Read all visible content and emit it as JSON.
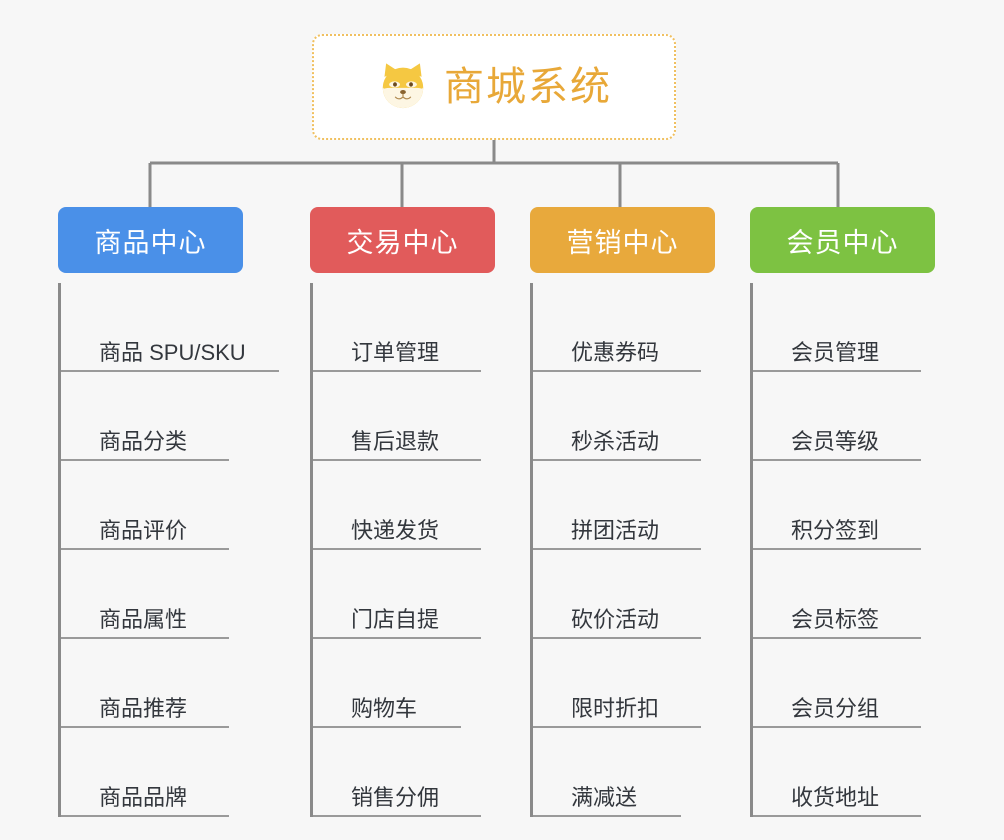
{
  "root": {
    "title": "商城系统",
    "icon": "shiba-dog-icon",
    "title_color": "#e8a838",
    "border_color": "#f0c060"
  },
  "columns": [
    {
      "id": "product-center",
      "label": "商品中心",
      "color": "#4a90e8",
      "items": [
        {
          "label": "商品 SPU/SKU",
          "rule": "rule-w-long"
        },
        {
          "label": "商品分类",
          "rule": "rule-w-mid"
        },
        {
          "label": "商品评价",
          "rule": "rule-w-mid"
        },
        {
          "label": "商品属性",
          "rule": "rule-w-mid"
        },
        {
          "label": "商品推荐",
          "rule": "rule-w-mid"
        },
        {
          "label": "商品品牌",
          "rule": "rule-w-mid"
        }
      ]
    },
    {
      "id": "trade-center",
      "label": "交易中心",
      "color": "#e15b5b",
      "items": [
        {
          "label": "订单管理",
          "rule": "rule-w-mid"
        },
        {
          "label": "售后退款",
          "rule": "rule-w-mid"
        },
        {
          "label": "快递发货",
          "rule": "rule-w-mid"
        },
        {
          "label": "门店自提",
          "rule": "rule-w-mid"
        },
        {
          "label": "购物车",
          "rule": "rule-w-short"
        },
        {
          "label": "销售分佣",
          "rule": "rule-w-mid"
        }
      ]
    },
    {
      "id": "marketing-center",
      "label": "营销中心",
      "color": "#e8a93c",
      "items": [
        {
          "label": "优惠券码",
          "rule": "rule-w-mid"
        },
        {
          "label": "秒杀活动",
          "rule": "rule-w-mid"
        },
        {
          "label": "拼团活动",
          "rule": "rule-w-mid"
        },
        {
          "label": "砍价活动",
          "rule": "rule-w-mid"
        },
        {
          "label": "限时折扣",
          "rule": "rule-w-mid"
        },
        {
          "label": "满减送",
          "rule": "rule-w-short"
        }
      ]
    },
    {
      "id": "member-center",
      "label": "会员中心",
      "color": "#7dc242",
      "items": [
        {
          "label": "会员管理",
          "rule": "rule-w-mid"
        },
        {
          "label": "会员等级",
          "rule": "rule-w-mid"
        },
        {
          "label": "积分签到",
          "rule": "rule-w-mid"
        },
        {
          "label": "会员标签",
          "rule": "rule-w-mid"
        },
        {
          "label": "会员分组",
          "rule": "rule-w-mid"
        },
        {
          "label": "收货地址",
          "rule": "rule-w-mid"
        }
      ]
    }
  ],
  "connector_color": "#8a8a8a"
}
